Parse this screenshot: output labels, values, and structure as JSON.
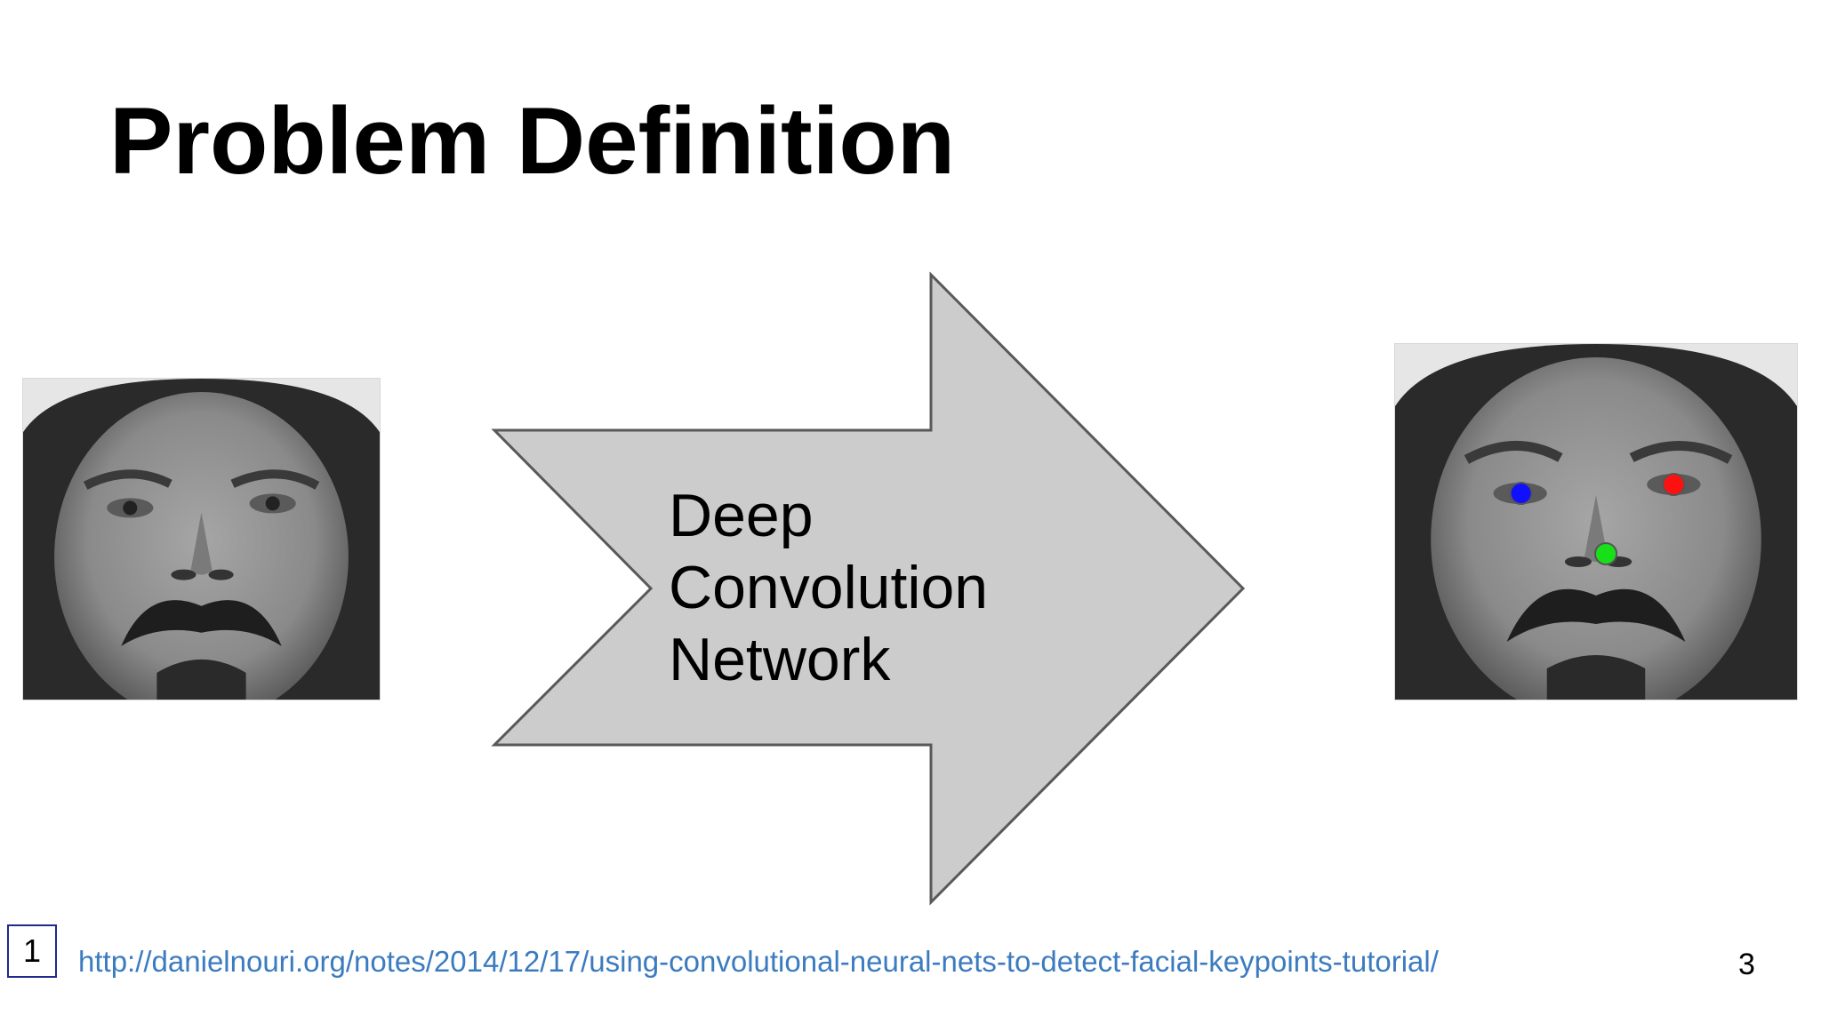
{
  "slide": {
    "title": "Problem Definition",
    "arrow_label_lines": [
      "Deep",
      "Convolution",
      "Network"
    ],
    "reference_number": "1",
    "reference_url": "http://danielnouri.org/notes/2014/12/17/using-convolutional-neural-nets-to-detect-facial-keypoints-tutorial/",
    "page_number": "3"
  },
  "keypoints": [
    {
      "name": "left-eye",
      "color": "#1010ff"
    },
    {
      "name": "right-eye",
      "color": "#ff1010"
    },
    {
      "name": "nose",
      "color": "#18e018"
    }
  ],
  "colors": {
    "arrow_fill": "#cccccc",
    "arrow_stroke": "#595959",
    "link": "#3b7bbf"
  }
}
